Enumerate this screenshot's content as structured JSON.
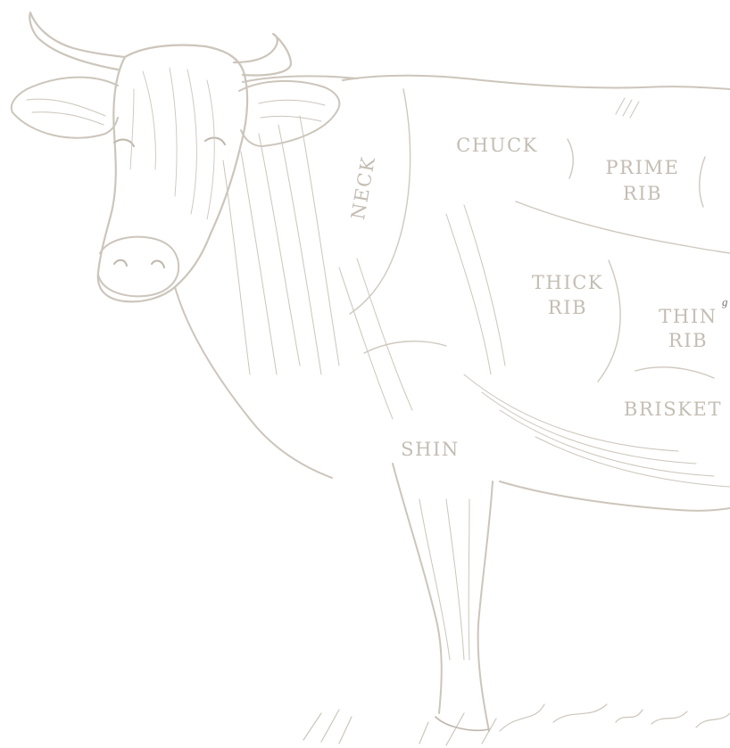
{
  "diagram": {
    "labels": {
      "neck": "NECK",
      "chuck": "CHUCK",
      "prime_rib_line1": "PRIME",
      "prime_rib_line2": "RIB",
      "thick_rib_line1": "THICK",
      "thick_rib_line2": "RIB",
      "thin_rib_line1": "THIN",
      "thin_rib_line2": "RIB",
      "brisket": "BRISKET",
      "shin": "SHIN"
    },
    "edge_mark": "g",
    "colors": {
      "sketch": "#ccc5bb",
      "label": "#c4bdb3",
      "background": "#ffffff"
    }
  }
}
